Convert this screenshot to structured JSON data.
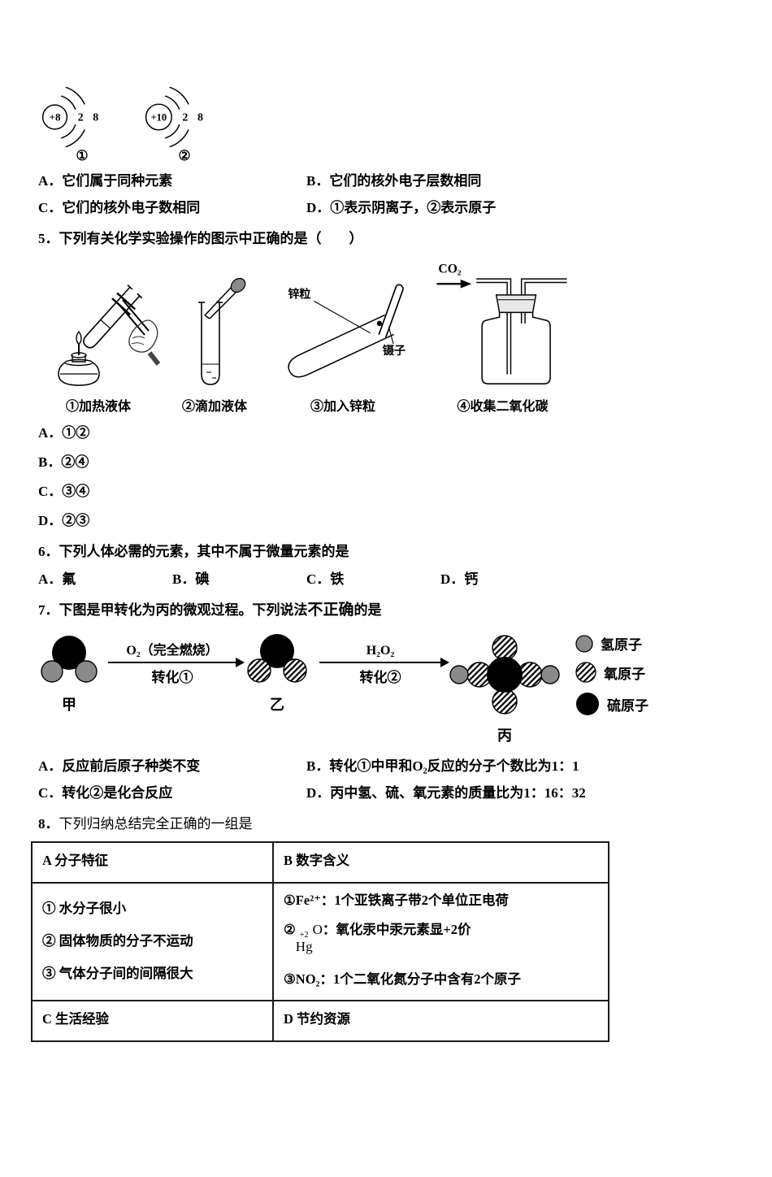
{
  "q4": {
    "fig": {
      "d1": {
        "nucleus": "+8",
        "shell1": "2",
        "shell2": "8",
        "label": "①"
      },
      "d2": {
        "nucleus": "+10",
        "shell1": "2",
        "shell2": "8",
        "label": "②"
      }
    },
    "options": [
      {
        "key": "A．",
        "text": "它们属于同种元素"
      },
      {
        "key": "B．",
        "text": "它们的核外电子层数相同"
      },
      {
        "key": "C．",
        "text": "它们的核外电子数相同"
      },
      {
        "key": "D．",
        "text": "①表示阴离子，②表示原子"
      }
    ]
  },
  "q5": {
    "stem": "5．下列有关化学实验操作的图示中正确的是（　　）",
    "figures": [
      {
        "caption": "①加热液体"
      },
      {
        "caption": "②滴加液体"
      },
      {
        "caption": "③加入锌粒",
        "label_zinc": "锌粒",
        "label_tweezers": "镊子"
      },
      {
        "caption": "④收集二氧化碳",
        "gas": "CO₂"
      }
    ],
    "options": [
      {
        "key": "A．",
        "text": "①②"
      },
      {
        "key": "B．",
        "text": "②④"
      },
      {
        "key": "C．",
        "text": "③④"
      },
      {
        "key": "D．",
        "text": "②③"
      }
    ]
  },
  "q6": {
    "stem": "6．下列人体必需的元素，其中不属于微量元素的是",
    "options": [
      {
        "key": "A．",
        "text": "氟"
      },
      {
        "key": "B．",
        "text": "碘"
      },
      {
        "key": "C．",
        "text": "铁"
      },
      {
        "key": "D．",
        "text": "钙"
      }
    ]
  },
  "q7": {
    "stem_pre": "7．下图是甲转化为丙的微观过程。下列说法",
    "stem_emph": "不正确",
    "stem_post": "的是",
    "fig": {
      "mol1_label": "甲",
      "mol2_label": "乙",
      "mol3_label": "丙",
      "arrow1_top": "O₂（完全燃烧）",
      "arrow1_bottom": "转化①",
      "arrow2_top": "H₂O₂",
      "arrow2_bottom": "转化②",
      "legend": [
        {
          "atom": "hydrogen",
          "text": "氢原子"
        },
        {
          "atom": "oxygen",
          "text": "氧原子"
        },
        {
          "atom": "sulfur",
          "text": "硫原子"
        }
      ]
    },
    "options": [
      {
        "key": "A．",
        "text": "反应前后原子种类不变"
      },
      {
        "key": "B．",
        "text": "转化①中甲和O₂反应的分子个数比为1：1"
      },
      {
        "key": "C．",
        "text": "转化②是化合反应"
      },
      {
        "key": "D．",
        "text": "丙中氢、硫、氧元素的质量比为1：16：32"
      }
    ]
  },
  "q8": {
    "num": "8．",
    "stem": "下列归纳总结完全正确的一组是",
    "table": {
      "header": [
        "A 分子特征",
        "B 数字含义"
      ],
      "cellA": [
        "① 水分子很小",
        "② 固体物质的分子不运动",
        "③ 气体分子间的间隔很大"
      ],
      "cellB1": "①Fe²⁺：1个亚铁离子带2个单位正电荷",
      "cellB2_num": "②",
      "cellB2_val": "+2",
      "cellB2_hg": "Hg",
      "cellB2_o": "O",
      "cellB2_rest": "：氧化汞中汞元素显+2价",
      "cellB3": "③NO₂：1个二氧化氮分子中含有2个原子",
      "footer": [
        "C 生活经验",
        "D 节约资源"
      ]
    }
  }
}
